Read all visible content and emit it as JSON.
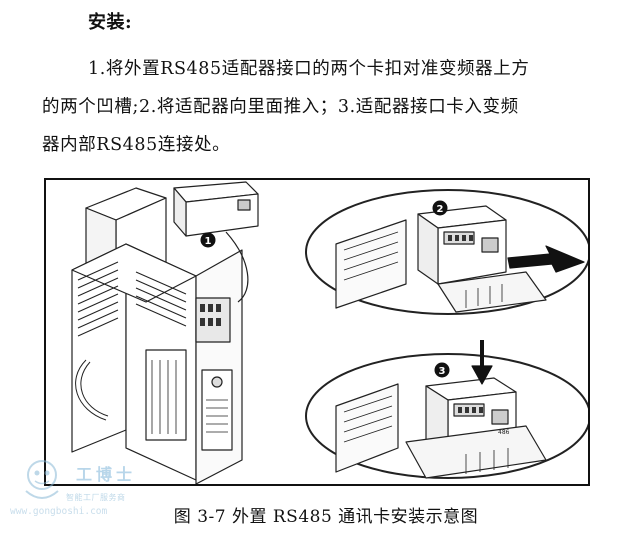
{
  "section": {
    "heading": "安装:",
    "paragraph_lines": [
      "1.将外置RS485适配器接口的两个卡扣对准变频器上方",
      "的两个凹槽;2.将适配器向里面推入；3.适配器接口卡入变频",
      "器内部RS485连接处。"
    ]
  },
  "figure": {
    "callouts": [
      "1",
      "2",
      "3"
    ],
    "label_486": "486",
    "caption": "图 3-7  外置 RS485 通讯卡安装示意图"
  },
  "watermark": {
    "title": "工博士",
    "subtitle": "智能工厂服务商",
    "url": "www.gongboshi.com"
  }
}
